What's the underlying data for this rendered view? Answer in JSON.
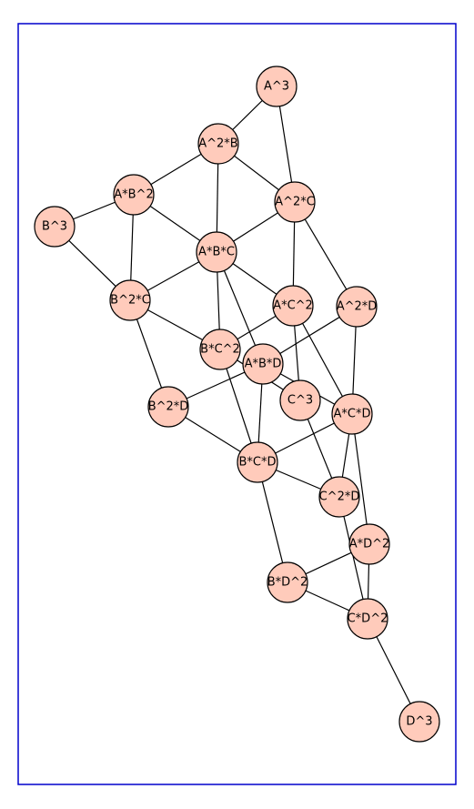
{
  "node_fill": "#ffcbbb",
  "edge_color": "#000000",
  "frame_color": "#0000cc",
  "nodes": {
    "A3": "A^3",
    "A2B": "A^2*B",
    "A2C": "A^2*C",
    "AB2": "A*B^2",
    "B3": "B^3",
    "ABC": "A*B*C",
    "B2C": "B^2*C",
    "AC2": "A*C^2",
    "A2D": "A^2*D",
    "BC2": "B*C^2",
    "ABD": "A*B*D",
    "C3": "C^3",
    "ACD": "A*C*D",
    "B2D": "B^2*D",
    "BCD": "B*C*D",
    "C2D": "C^2*D",
    "AD2": "A*D^2",
    "BD2": "B*D^2",
    "CD2": "C*D^2",
    "D3": "D^3"
  },
  "edges": [
    [
      "A3",
      "A2B"
    ],
    [
      "A3",
      "A2C"
    ],
    [
      "A2B",
      "AB2"
    ],
    [
      "A2B",
      "A2C"
    ],
    [
      "A2B",
      "ABC"
    ],
    [
      "AB2",
      "B3"
    ],
    [
      "AB2",
      "ABC"
    ],
    [
      "AB2",
      "B2C"
    ],
    [
      "B3",
      "B2C"
    ],
    [
      "A2C",
      "ABC"
    ],
    [
      "A2C",
      "AC2"
    ],
    [
      "A2C",
      "A2D"
    ],
    [
      "ABC",
      "B2C"
    ],
    [
      "ABC",
      "AC2"
    ],
    [
      "ABC",
      "BC2"
    ],
    [
      "ABC",
      "ABD"
    ],
    [
      "B2C",
      "BC2"
    ],
    [
      "B2C",
      "B2D"
    ],
    [
      "AC2",
      "BC2"
    ],
    [
      "AC2",
      "C3"
    ],
    [
      "AC2",
      "ACD"
    ],
    [
      "A2D",
      "ABD"
    ],
    [
      "A2D",
      "ACD"
    ],
    [
      "BC2",
      "C3"
    ],
    [
      "BC2",
      "BCD"
    ],
    [
      "ABD",
      "B2D"
    ],
    [
      "ABD",
      "BCD"
    ],
    [
      "ABD",
      "ACD"
    ],
    [
      "C3",
      "C2D"
    ],
    [
      "B2D",
      "BCD"
    ],
    [
      "BCD",
      "ACD"
    ],
    [
      "BCD",
      "C2D"
    ],
    [
      "BCD",
      "BD2"
    ],
    [
      "ACD",
      "C2D"
    ],
    [
      "ACD",
      "AD2"
    ],
    [
      "C2D",
      "CD2"
    ],
    [
      "AD2",
      "BD2"
    ],
    [
      "AD2",
      "CD2"
    ],
    [
      "BD2",
      "CD2"
    ],
    [
      "CD2",
      "D3"
    ]
  ]
}
